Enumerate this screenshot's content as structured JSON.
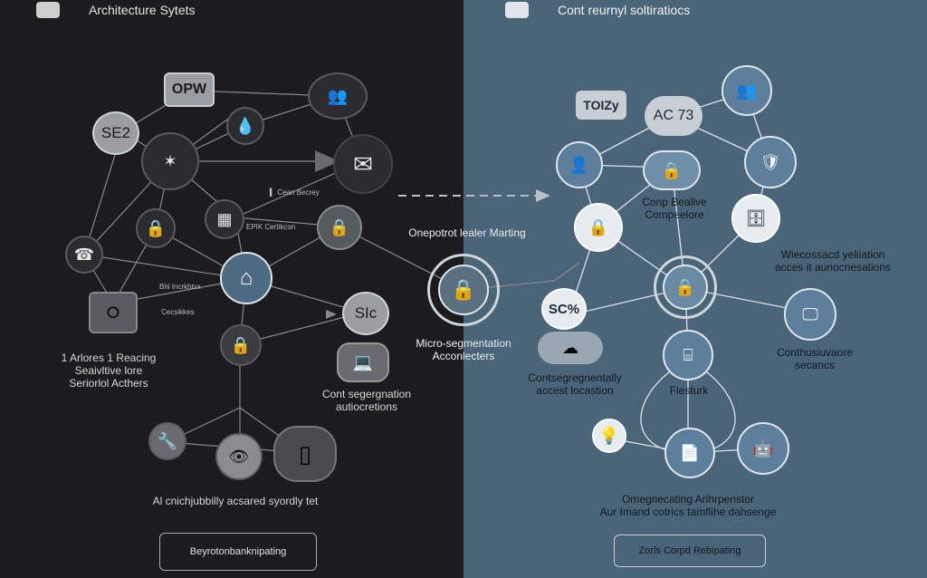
{
  "left": {
    "title": "Architecture Sytets",
    "nodes": {
      "opw": "OPW",
      "se2": "SE2",
      "sic": "SIc"
    },
    "small_labels": {
      "a": "▍ Cean Becrey",
      "b": "EPIK Certikcon",
      "c": "Bhi Incrkhtvx",
      "d": "Cecsikkes"
    },
    "labels": {
      "actors": "1 Arlores 1 Reacing\nSeaivltive  lore\nSeriorlol Acthers",
      "segmentation": "Cont segergnation\nautiocretions",
      "surface": "Al cnichjubbilly acsared  syordly tet"
    },
    "button": "Beyrotonbanknipating"
  },
  "center": {
    "flow_label": "Onepotrot  lealer Marting",
    "micro_label": "Micro-segmentation\nAcconlecters"
  },
  "right": {
    "title": "Cont reurnyl soltiratiocs",
    "nodes": {
      "tolzy": "TOIZy",
      "ac73": "AC 73",
      "sc": "SC%"
    },
    "labels": {
      "compliance": "Conp Bealive\nCompeelore",
      "validation": "Wiecossacd yeliiation\nacces it aunocnesations",
      "segmentally": "Contsegregnentally\naccest locastion",
      "network": "Flesturk",
      "continuous": "Conthusiuvaore\nsecancs",
      "orchestration": "Omegnecating Arihrpenstor\nAur Imand cotrics tamflihe dahsenge"
    },
    "button": "Zorls Corpd Rebipating"
  }
}
